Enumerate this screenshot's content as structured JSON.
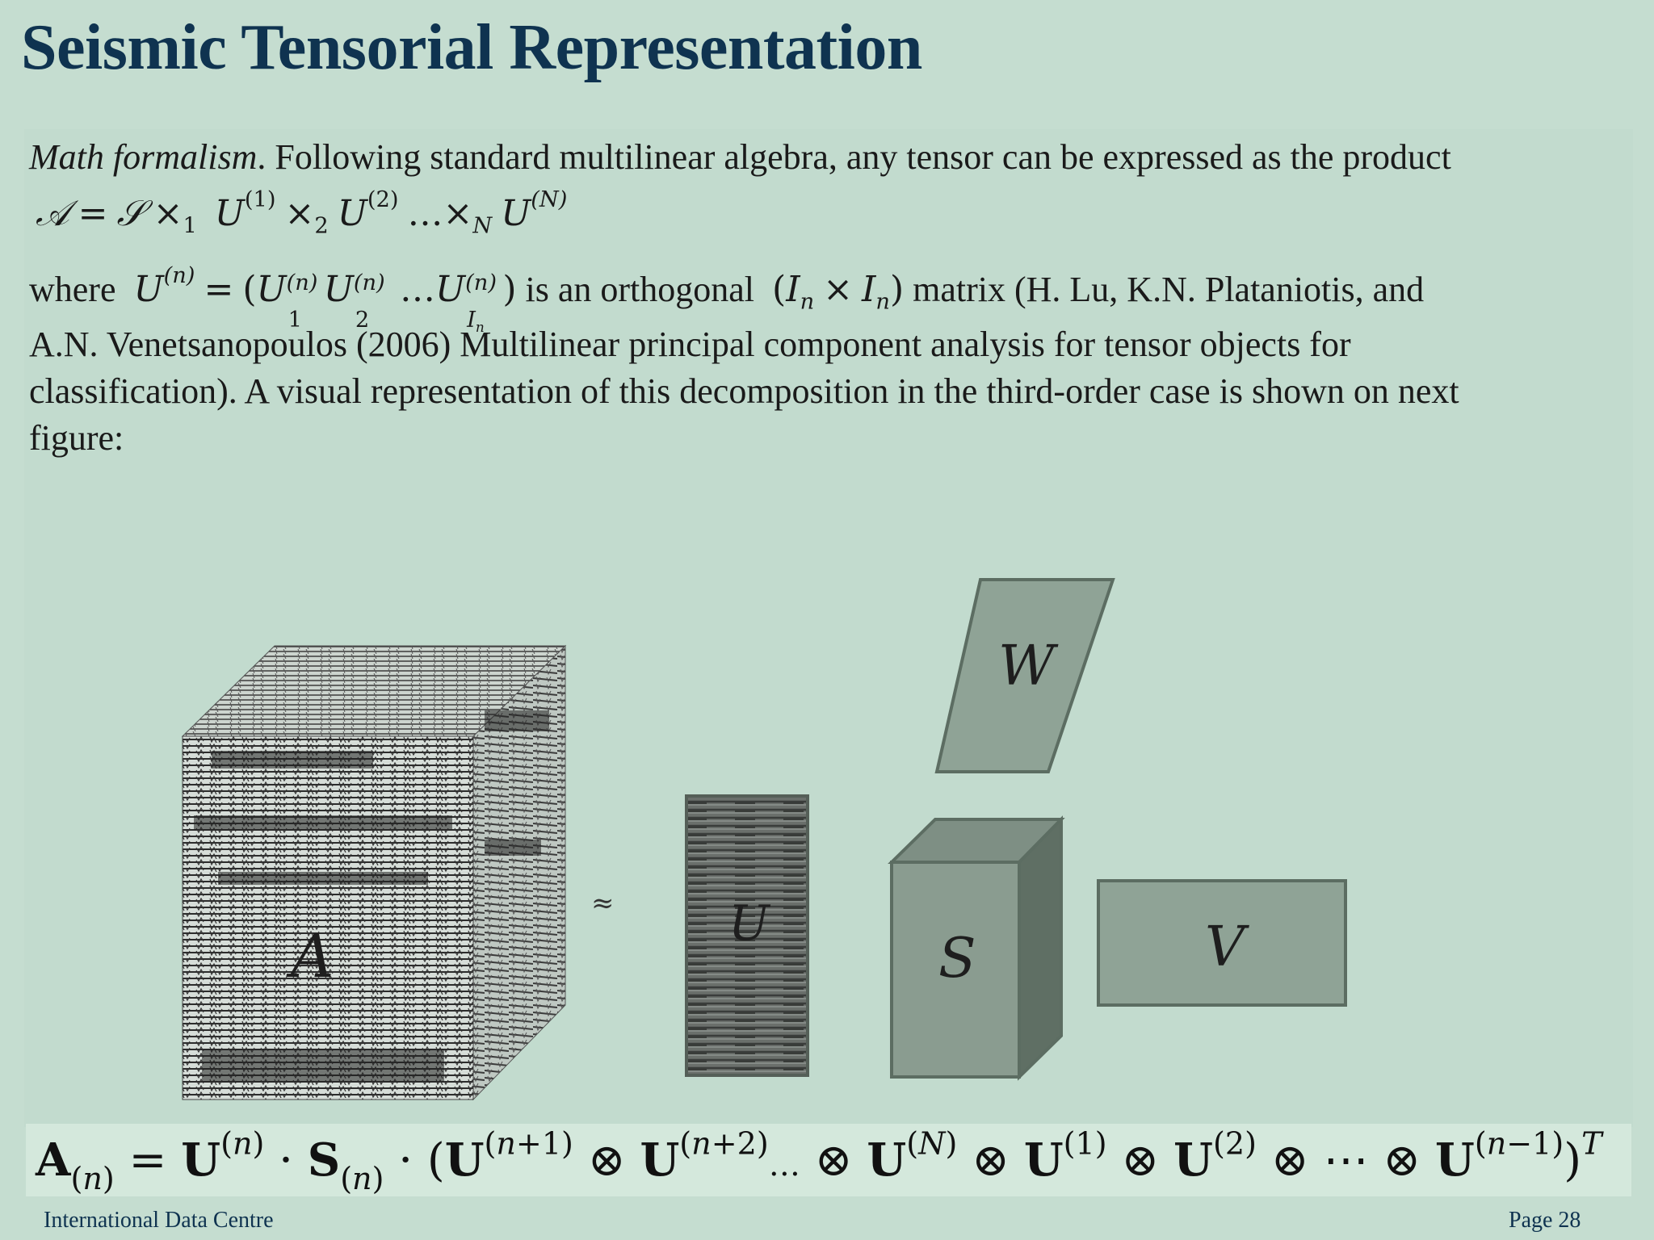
{
  "slide": {
    "title": "Seismic Tensorial Representation",
    "paragraph": {
      "lead": "Math formalism",
      "line1_rest": ". Following standard multilinear algebra, any tensor can be expressed as the product",
      "line3_prefix": "where",
      "line3_mid": "is an orthogonal",
      "line3_suffix": "matrix (H. Lu, K.N. Plataniotis, and",
      "line4": "A.N. Venetsanopoulos (2006) Multilinear principal component analysis for tensor objects for",
      "line5": "classification). A visual representation of this decomposition in the third-order case is shown on next",
      "line6": "figure:"
    },
    "figure": {
      "tensor_label": "A",
      "approx_symbol": "≈",
      "u_label": "U",
      "s_label": "S",
      "w_label": "W",
      "v_label": "V",
      "colors": {
        "panel": "#8fa396",
        "panel_dark": "#5f6f64",
        "panel_edge": "#5c6d62"
      }
    },
    "footer": {
      "left": "International Data Centre",
      "right": "Page 28"
    }
  }
}
